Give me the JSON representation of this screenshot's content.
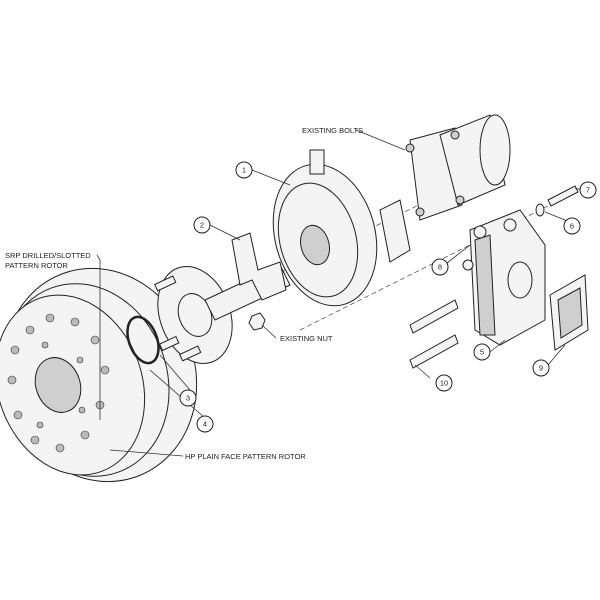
{
  "labels": {
    "existing_bolts": "EXISTING BOLTS",
    "srp_rotor_line1": "SRP DRILLED/SLOTTED",
    "srp_rotor_line2": "PATTERN ROTOR",
    "existing_nut": "EXISTING NUT",
    "hp_rotor": "HP PLAIN FACE PATTERN ROTOR"
  },
  "callouts": [
    "1",
    "2",
    "3",
    "4",
    "5",
    "6",
    "7",
    "8",
    "9",
    "10"
  ]
}
